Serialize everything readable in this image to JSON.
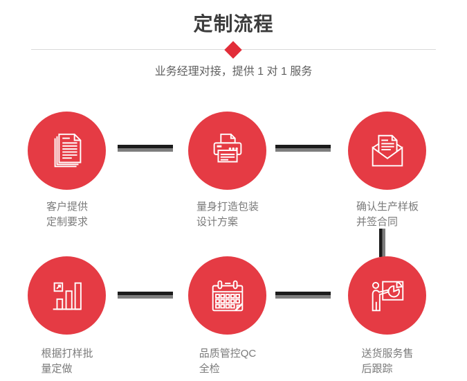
{
  "header": {
    "title": "定制流程",
    "subtitle": "业务经理对接，提供 1 对 1 服务"
  },
  "colors": {
    "background": "#ffffff",
    "accent": "#e53b44",
    "diamond": "#e22d39",
    "divider": "#d9d9d9",
    "connector_dark": "#1b1b1b",
    "connector_gray": "#7d7d7d",
    "title_text": "#3d3d3d",
    "subtitle_text": "#5f5f5f",
    "label_text": "#7a7a7a",
    "icon_stroke": "#ffffff"
  },
  "steps": [
    {
      "icon": "documents-icon",
      "label": "客户提供\n定制要求"
    },
    {
      "icon": "printer-icon",
      "label": "量身打造包装\n设计方案"
    },
    {
      "icon": "open-envelope-icon",
      "label": "确认生产样板\n并签合同"
    },
    {
      "icon": "bar-chart-icon",
      "label": "根据打样批\n量定做"
    },
    {
      "icon": "calendar-icon",
      "label": "品质管控QC\n全检"
    },
    {
      "icon": "presenter-icon",
      "label": "送货服务售\n后跟踪"
    }
  ]
}
